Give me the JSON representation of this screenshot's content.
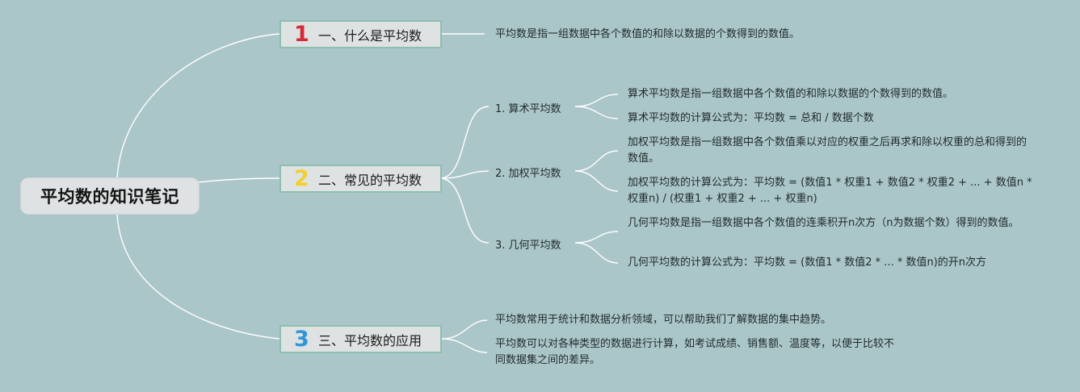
{
  "root": {
    "title": "平均数的知识笔记"
  },
  "colors": {
    "background": "#abc6c9",
    "num1": "#d42a3a",
    "num2": "#f2cf2f",
    "num3": "#2f97d8",
    "border": "#8cbfae"
  },
  "sections": [
    {
      "num": "1",
      "title": "一、什么是平均数",
      "leaves": [
        "平均数是指一组数据中各个数值的和除以数据的个数得到的数值。"
      ]
    },
    {
      "num": "2",
      "title": "二、常见的平均数",
      "subs": [
        {
          "label": "1. 算术平均数",
          "leaves": [
            "算术平均数是指一组数据中各个数值的和除以数据的个数得到的数值。",
            "算术平均数的计算公式为：平均数 = 总和 / 数据个数"
          ]
        },
        {
          "label": "2. 加权平均数",
          "leaves": [
            "加权平均数是指一组数据中各个数值乘以对应的权重之后再求和除以权重的总和得到的数值。",
            "加权平均数的计算公式为：平均数 = (数值1 * 权重1 + 数值2 * 权重2 + ... + 数值n * 权重n) / (权重1 + 权重2 + ... + 权重n)"
          ]
        },
        {
          "label": "3. 几何平均数",
          "leaves": [
            "几何平均数是指一组数据中各个数值的连乘积开n次方（n为数据个数）得到的数值。",
            "几何平均数的计算公式为：平均数 = (数值1 * 数值2 * ... * 数值n)的开n次方"
          ]
        }
      ]
    },
    {
      "num": "3",
      "title": "三、平均数的应用",
      "leaves": [
        "平均数常用于统计和数据分析领域，可以帮助我们了解数据的集中趋势。",
        "平均数可以对各种类型的数据进行计算，如考试成绩、销售额、温度等，以便于比较不同数据集之间的差异。"
      ]
    }
  ]
}
